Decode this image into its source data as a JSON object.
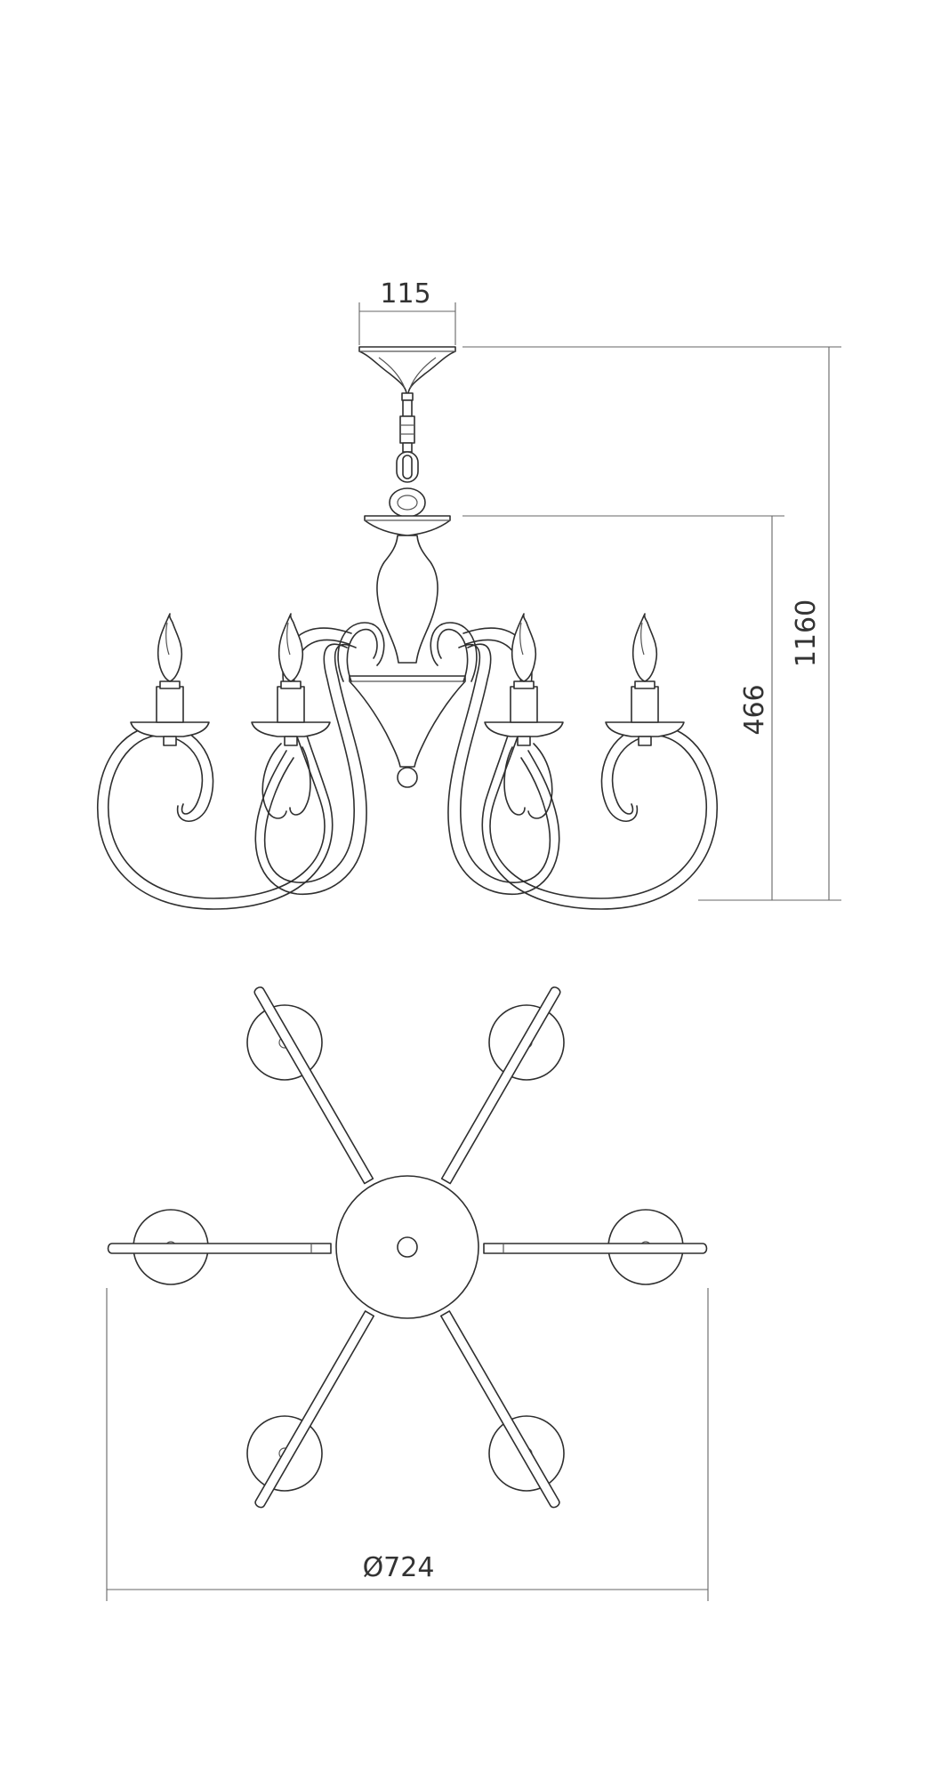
{
  "dimensions": {
    "canopy_width": "115",
    "overall_height": "1160",
    "body_height": "466",
    "diameter": "Ø724"
  },
  "views": {
    "side_view": {
      "candles": 6,
      "visible_candles": 4
    },
    "top_view": {
      "arms": 6
    }
  }
}
